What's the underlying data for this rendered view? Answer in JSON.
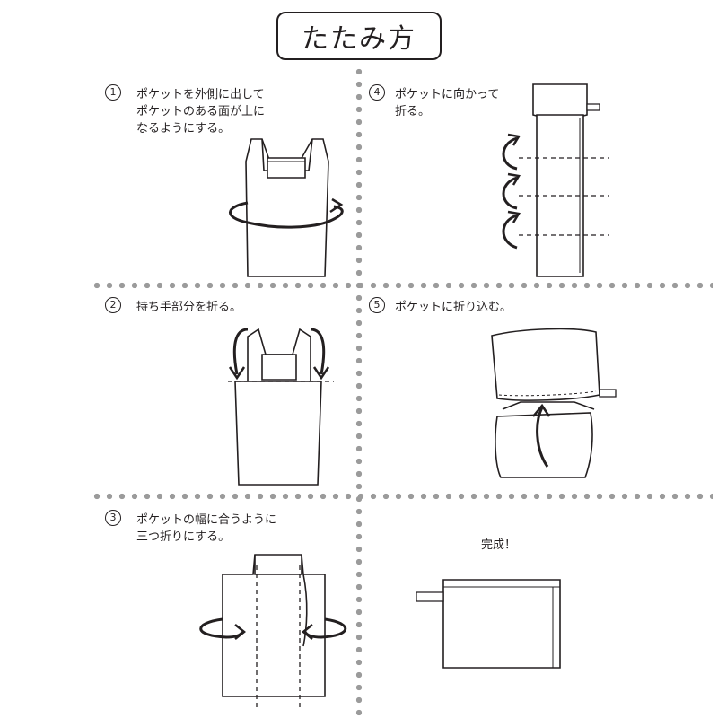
{
  "title": "たたみ方",
  "steps": [
    {
      "number": "1",
      "text": "ポケットを外側に出して\nポケットのある面が上に\nなるようにする。"
    },
    {
      "number": "2",
      "text": "持ち手部分を折る。"
    },
    {
      "number": "3",
      "text": "ポケットの幅に合うように\n三つ折りにする。"
    },
    {
      "number": "4",
      "text": "ポケットに向かって\n折る。"
    },
    {
      "number": "5",
      "text": "ポケットに折り込む。"
    }
  ],
  "complete": "完成！",
  "colors": {
    "ink": "#231f20",
    "divider_dots": "#9b9b9b",
    "background": "#ffffff"
  },
  "icons": {
    "number_badge": "circled-number",
    "rotate": "circular-arrow-icon",
    "fold": "curved-arrow-icon"
  }
}
